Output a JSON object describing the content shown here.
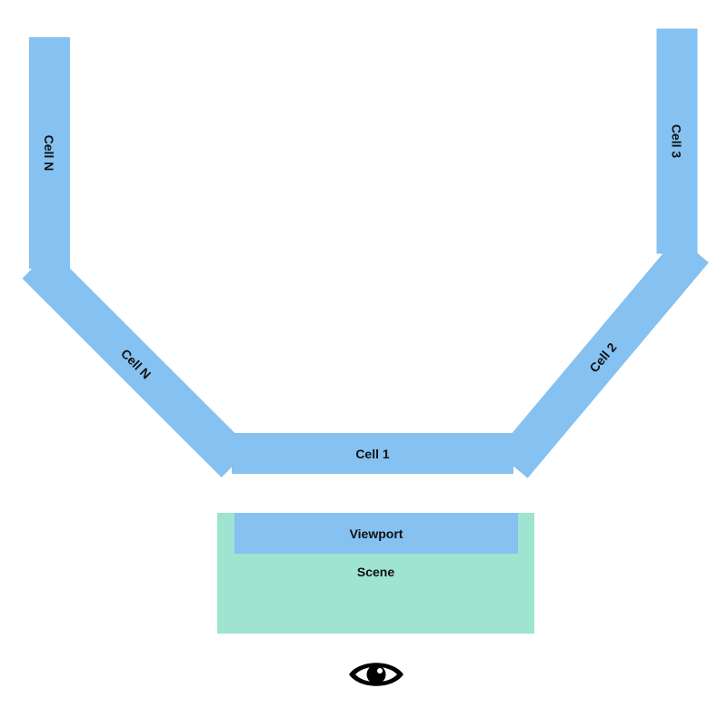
{
  "colors": {
    "cell": "#85c1f1",
    "scene": "#9ee4d0",
    "text": "#111111"
  },
  "cells": {
    "cell_1": "Cell 1",
    "cell_2": "Cell 2",
    "cell_3": "Cell 3",
    "cell_n_diagonal": "Cell N",
    "cell_n_vertical": "Cell N"
  },
  "viewport_label": "Viewport",
  "scene_label": "Scene",
  "viewer_icon": "eye-icon"
}
